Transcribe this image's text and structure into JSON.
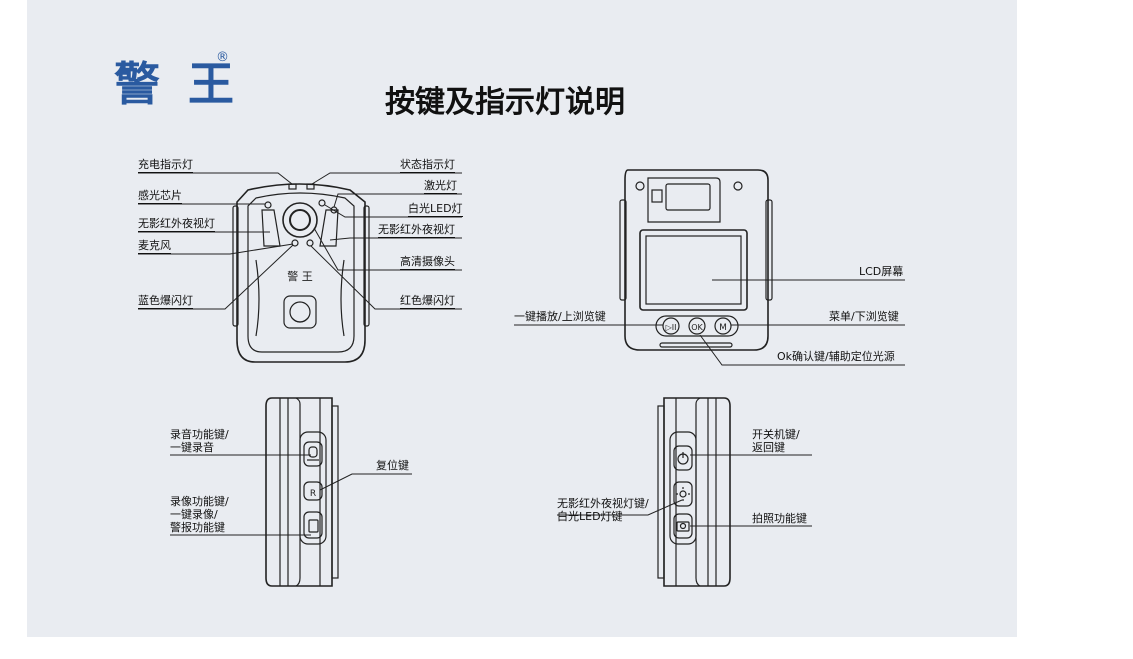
{
  "brand": {
    "name": "警 王",
    "mark": "®"
  },
  "title": "按键及指示灯说明",
  "front_view": {
    "device_text": "警 王",
    "labels": {
      "charge_indicator": "充电指示灯",
      "status_indicator": "状态指示灯",
      "light_sensor": "感光芯片",
      "laser": "激光灯",
      "white_led": "白光LED灯",
      "ir_left": "无影红外夜视灯",
      "ir_right": "无影红外夜视灯",
      "microphone": "麦克风",
      "hd_camera": "高清摄像头",
      "blue_flash": "蓝色爆闪灯",
      "red_flash": "红色爆闪灯"
    }
  },
  "back_view": {
    "labels": {
      "lcd": "LCD屏幕",
      "play_up": "一键播放/上浏览键",
      "menu_down": "菜单/下浏览键",
      "ok_key": "Ok确认键/辅助定位光源"
    },
    "buttons": {
      "play": "▷II",
      "ok": "OK",
      "menu": "M"
    }
  },
  "left_side": {
    "labels": {
      "audio_key_1": "录音功能键/",
      "audio_key_2": "一键录音",
      "reset": "复位键",
      "video_key_1": "录像功能键/",
      "video_key_2": "一键录像/",
      "video_key_3": "警报功能键"
    },
    "buttons": {
      "reset": "R"
    }
  },
  "right_side": {
    "labels": {
      "power_1": "开关机键/",
      "power_2": "返回键",
      "ir_key_1": "无影红外夜视灯键/",
      "ir_key_2": "白光LED灯键",
      "photo": "拍照功能键"
    }
  }
}
